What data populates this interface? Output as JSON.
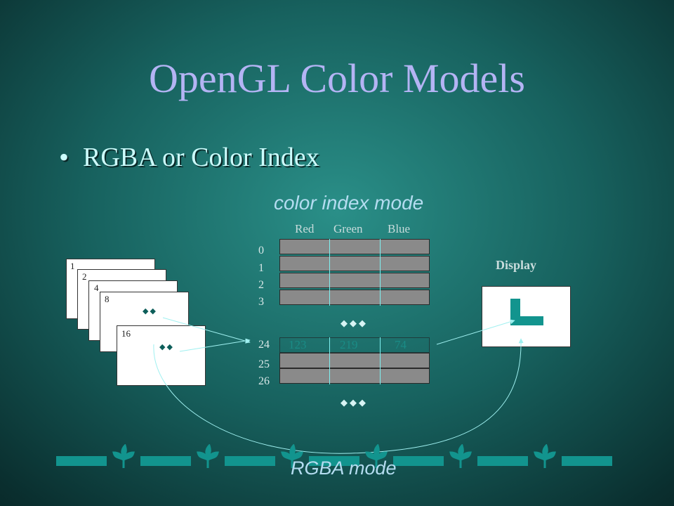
{
  "title": "OpenGL Color Models",
  "bullet": "RGBA or Color Index",
  "color_index_label": "color index mode",
  "columns": [
    "Red",
    "Green",
    "Blue"
  ],
  "indices_top": [
    "0",
    "1",
    "2",
    "3"
  ],
  "indices_bottom": [
    "24",
    "25",
    "26"
  ],
  "row24_values": [
    "123",
    "219",
    "74"
  ],
  "bitplanes": [
    "1",
    "2",
    "4",
    "8",
    "16"
  ],
  "display_label": "Display",
  "rgba_label": "RGBA mode",
  "colors": {
    "title": "#b4b4f4",
    "bullet": "#ccfcfc",
    "accent": "#12948e",
    "cell": "#8a8a8a"
  }
}
